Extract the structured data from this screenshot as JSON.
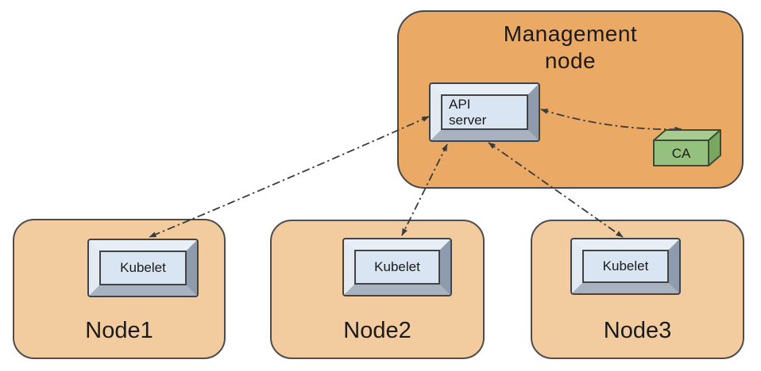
{
  "management": {
    "title": "Management\nnode",
    "api_server": {
      "label": "API\nserver"
    },
    "ca": {
      "label": "CA"
    }
  },
  "nodes": [
    {
      "label": "Node1",
      "kubelet": "Kubelet"
    },
    {
      "label": "Node2",
      "kubelet": "Kubelet"
    },
    {
      "label": "Node3",
      "kubelet": "Kubelet"
    }
  ],
  "connections": [
    {
      "from": "API server",
      "to": "Kubelet (Node1)",
      "style": "dash-dot",
      "bidirectional": true
    },
    {
      "from": "API server",
      "to": "Kubelet (Node2)",
      "style": "dash-dot",
      "bidirectional": true
    },
    {
      "from": "API server",
      "to": "Kubelet (Node3)",
      "style": "dash-dot",
      "bidirectional": true
    },
    {
      "from": "API server",
      "to": "CA",
      "style": "dash-dot",
      "bidirectional": true
    }
  ],
  "colors": {
    "management_fill": "#EBA966",
    "node_fill": "#F2CB9E",
    "box_border": "#474747",
    "keycap_face": "#D9E5F2",
    "keycap_bevel_light": "#E8EEF6",
    "keycap_bevel_dark": "#8E9BAD",
    "ca_front": "#95C17E",
    "ca_top": "#A6CD8F",
    "ca_side": "#78A75F",
    "arrow": "#3B3B3B",
    "text": "#1B1B1B"
  }
}
